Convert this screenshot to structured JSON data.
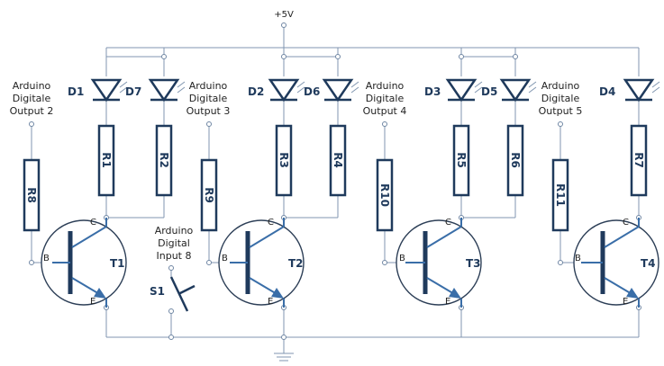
{
  "supply": "+5V",
  "leds": [
    "D1",
    "D7",
    "D2",
    "D6",
    "D3",
    "D5",
    "D4"
  ],
  "resistors": [
    "R1",
    "R2",
    "R3",
    "R4",
    "R5",
    "R6",
    "R7",
    "R8",
    "R9",
    "R10",
    "R11"
  ],
  "transistors": [
    {
      "name": "T1",
      "collector": "C",
      "base": "B",
      "emitter": "E"
    },
    {
      "name": "T2",
      "collector": "C",
      "base": "B",
      "emitter": "E"
    },
    {
      "name": "T3",
      "collector": "C",
      "base": "B",
      "emitter": "E"
    },
    {
      "name": "T4",
      "collector": "C",
      "base": "B",
      "emitter": "E"
    }
  ],
  "outputs": [
    [
      "Arduino",
      "Digitale",
      "Output 2"
    ],
    [
      "Arduino",
      "Digitale",
      "Output 3"
    ],
    [
      "Arduino",
      "Digitale",
      "Output 4"
    ],
    [
      "Arduino",
      "Digitale",
      "Output 5"
    ]
  ],
  "input": [
    "Arduino",
    "Digital",
    "Input 8"
  ],
  "switch": "S1"
}
